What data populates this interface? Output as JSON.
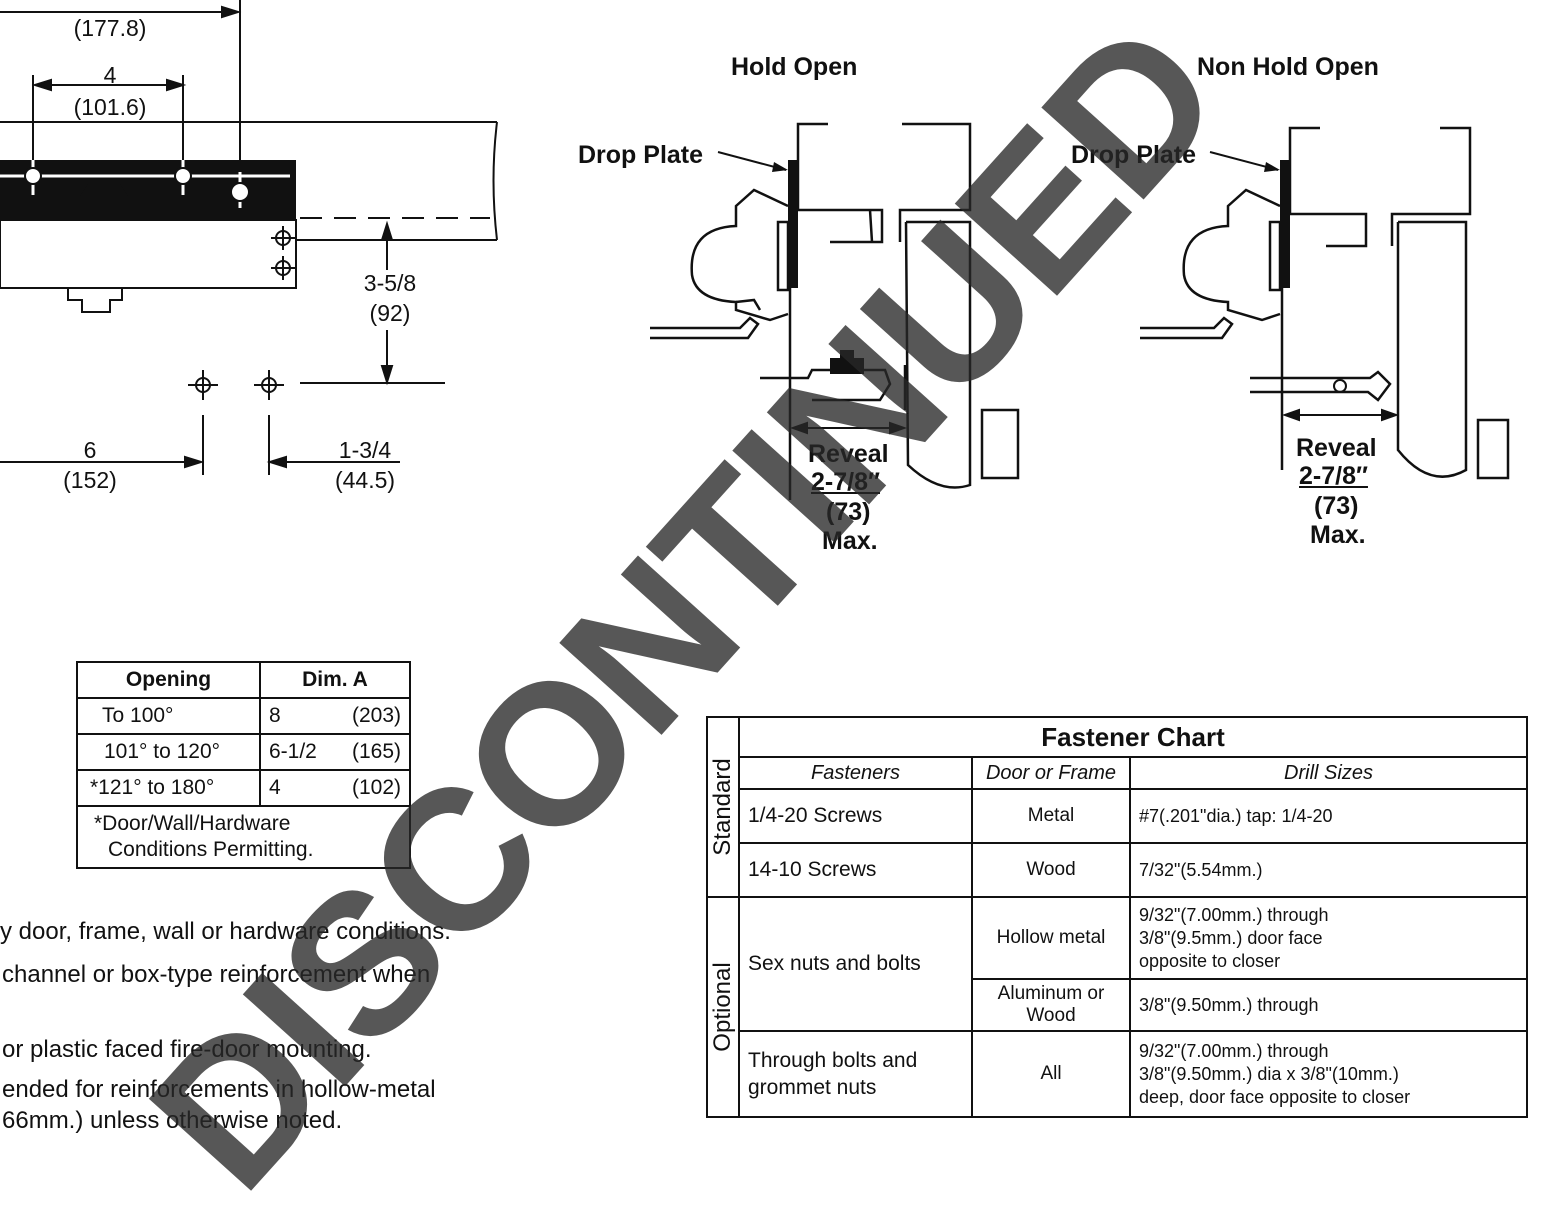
{
  "left_drawing": {
    "dim_top": "(177.8)",
    "dim_4": "4",
    "dim_4_mm": "(101.6)",
    "dim_358": "3-5/8",
    "dim_358_mm": "(92)",
    "dim_6": "6",
    "dim_6_mm": "(152)",
    "dim_134": "1-3/4",
    "dim_134_mm": "(44.5)"
  },
  "hold_open": {
    "title": "Hold Open",
    "drop_plate": "Drop Plate",
    "reveal": "Reveal",
    "reveal_in": "2-7/8″",
    "reveal_mm": "(73)",
    "max": "Max."
  },
  "non_hold_open": {
    "title": "Non Hold Open",
    "drop_plate": "Drop Plate",
    "reveal": "Reveal",
    "reveal_in": "2-7/8″",
    "reveal_mm": "(73)",
    "max": "Max."
  },
  "opening_table": {
    "headers": [
      "Opening",
      "Dim. A"
    ],
    "rows": [
      {
        "opening": "To 100°",
        "dim": "8",
        "mm": "(203)"
      },
      {
        "opening": "101° to 120°",
        "dim": "6-1/2",
        "mm": "(165)"
      },
      {
        "opening": "*121° to 180°",
        "dim": "4",
        "mm": "(102)"
      }
    ],
    "footnote_1": "*Door/Wall/Hardware",
    "footnote_2": "Conditions Permitting."
  },
  "fastener_chart": {
    "title": "Fastener Chart",
    "headers": [
      "Fasteners",
      "Door or  Frame",
      "Drill Sizes"
    ],
    "standard_label": "Standard",
    "optional_label": "Optional",
    "standard_rows": [
      {
        "fastener": "1/4-20 Screws",
        "material": "Metal",
        "drill": "#7(.201\"dia.) tap: 1/4-20"
      },
      {
        "fastener": "14-10 Screws",
        "material": "Wood",
        "drill": "7/32\"(5.54mm.)"
      }
    ],
    "optional_rows": [
      {
        "fastener": "Sex nuts and bolts",
        "material": "Hollow metal",
        "drill_1": "9/32\"(7.00mm.) through",
        "drill_2": "3/8\"(9.5mm.) door face",
        "drill_3": "opposite to closer"
      },
      {
        "material_1": "Aluminum or",
        "material_2": "Wood",
        "drill": "3/8\"(9.50mm.) through"
      },
      {
        "fastener_1": "Through bolts and",
        "fastener_2": "grommet nuts",
        "material": "All",
        "drill_1": "9/32\"(7.00mm.) through",
        "drill_2": "3/8\"(9.50mm.) dia x 3/8\"(10mm.)",
        "drill_3": "deep, door face opposite to closer"
      }
    ]
  },
  "notes": [
    "y door, frame, wall or hardware conditions.",
    "channel  or  box-type  reinforcement  when",
    "or plastic faced fire-door mounting.",
    "ended for reinforcements in hollow-metal",
    "66mm.) unless otherwise noted."
  ],
  "watermark": "DISCONTINUED"
}
